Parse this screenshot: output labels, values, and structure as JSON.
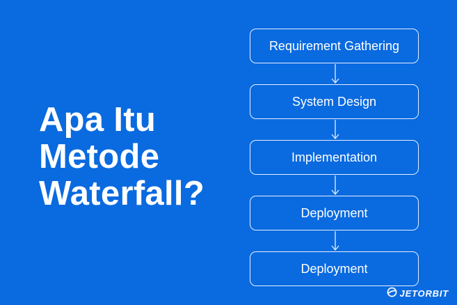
{
  "title": {
    "lines": [
      "Apa Itu",
      "Metode",
      "Waterfall?"
    ]
  },
  "flow": {
    "steps": [
      {
        "label": "Requirement Gathering"
      },
      {
        "label": "System Design"
      },
      {
        "label": "Implementation"
      },
      {
        "label": "Deployment"
      },
      {
        "label": "Deployment"
      }
    ],
    "arrow_icon": "arrow-down-icon"
  },
  "brand": {
    "name": "JETORBIT",
    "icon": "orbit-logo-icon"
  },
  "colors": {
    "background": "#0a6ae0",
    "text": "#ffffff",
    "border": "#e8f0ff"
  }
}
